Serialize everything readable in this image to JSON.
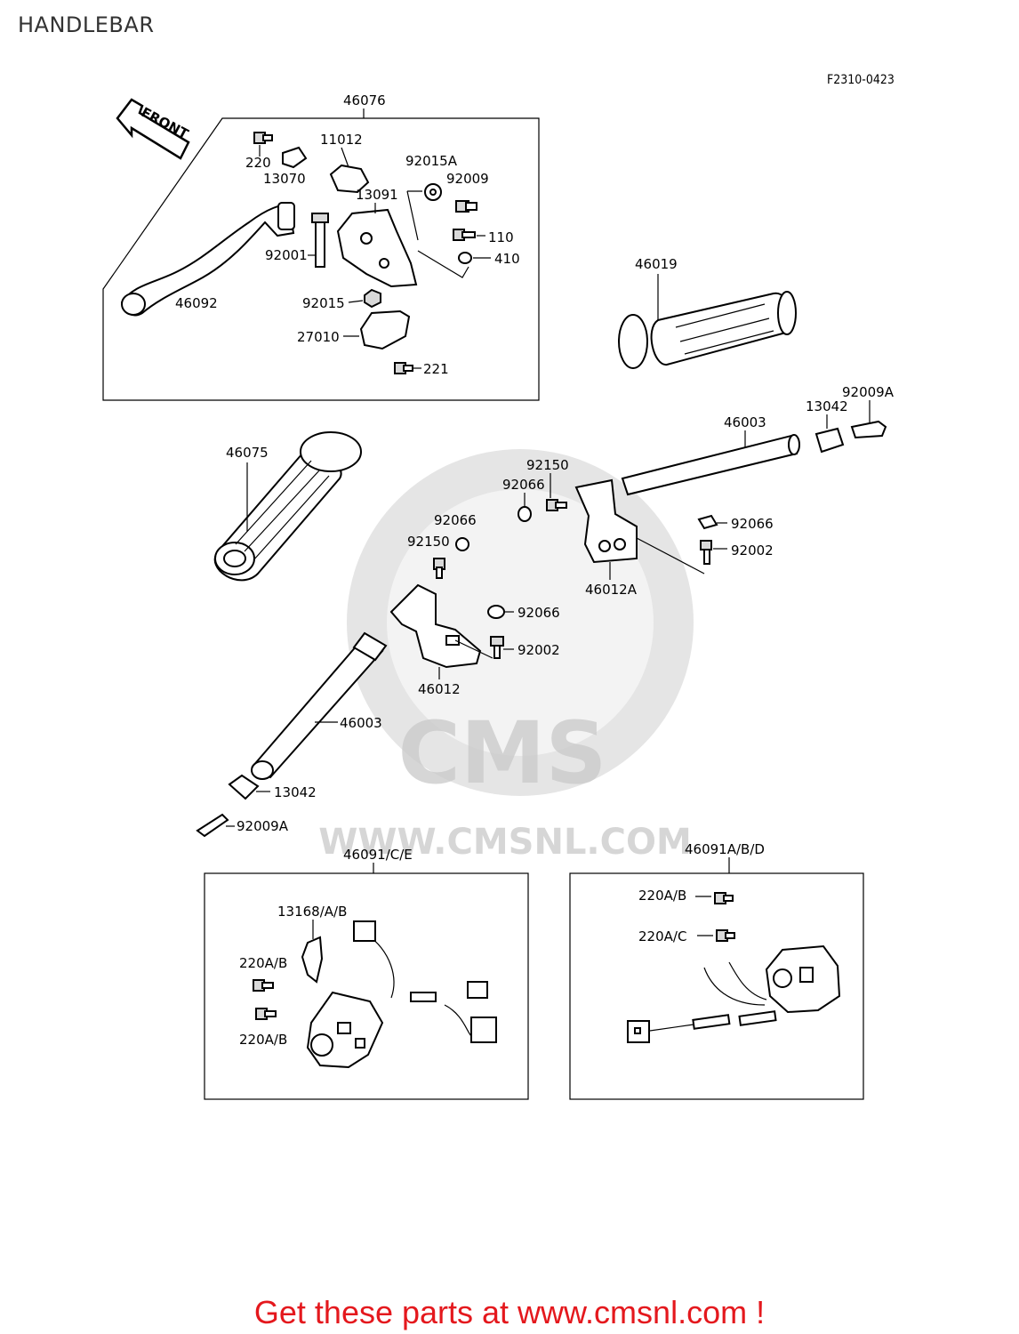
{
  "page": {
    "title": "HANDLEBAR",
    "diagram_code": "F2310-0423",
    "footer": "Get these parts at www.cmsnl.com !"
  },
  "watermark": {
    "brand": "CMS",
    "url": "WWW.CMSNL.COM"
  },
  "front_arrow": "FRONT",
  "labels": {
    "46076": "46076",
    "11012": "11012",
    "220": "220",
    "13070": "13070",
    "92015A": "92015A",
    "92009": "92009",
    "13091": "13091",
    "110": "110",
    "92001": "92001",
    "410": "410",
    "92015": "92015",
    "46092": "46092",
    "27010": "27010",
    "221": "221",
    "46019": "46019",
    "92009A_r": "92009A",
    "13042_r": "13042",
    "46003_r": "46003",
    "46075": "46075",
    "92150_r": "92150",
    "92066_r1": "92066",
    "92066_l1": "92066",
    "92150_l": "92150",
    "92066_r2": "92066",
    "92002_r": "92002",
    "46012A": "46012A",
    "92066_l2": "92066",
    "92002_l": "92002",
    "46012": "46012",
    "46003_l": "46003",
    "13042_l": "13042",
    "92009A_l": "92009A",
    "46091CE": "46091/C/E",
    "13168": "13168/A/B",
    "220AB_1": "220A/B",
    "220AB_2": "220A/B",
    "46091ABD": "46091A/B/D",
    "220AB_3": "220A/B",
    "220AC": "220A/C"
  }
}
